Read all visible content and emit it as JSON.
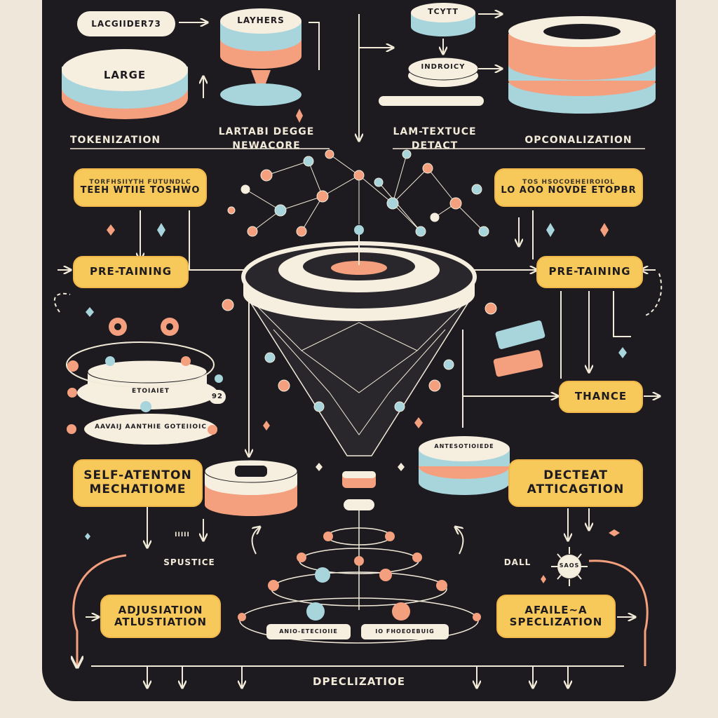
{
  "top": {
    "tag_left": "LACGIIDER73",
    "disk_left": "LARGE",
    "disk_layers": "LAYHERS",
    "disk_text": "TCYTT",
    "disk_indroicy": "INDROICY"
  },
  "headings": {
    "tokenization": "TOKENIZATION",
    "lartabi_line1": "LARTABI DEGGE",
    "lartabi_line2": "NEWACORE",
    "lam_line1": "LAM-TEXTUCE",
    "lam_line2": "DETACT",
    "opconalization": "OPCONALIZATION"
  },
  "boxes": {
    "left_top_small": "TORFHSIIYTH FUTUNDLC",
    "left_top_main": "TEEH WTIIE TOSHWO",
    "right_top_small": "TOS HSOCOEHEIROIOL",
    "right_top_main": "LO AOO NOVDE ETOPBR",
    "pretraining_left": "PRE-TAINING",
    "pretraining_right": "PRE-TAINING",
    "thance": "THANCE",
    "self_attention_line1": "SELF-ATENTON",
    "self_attention_line2": "MECHATIOME",
    "decteat_line1": "DECTEAT",
    "decteat_line2": "ATTICAGTION",
    "adjustation_line1": "ADJUSIATION",
    "adjustation_line2": "ATLUSTIATION",
    "specization_line1": "AFAILE~A",
    "specization_line2": "SPECLIZATION"
  },
  "small_labels": {
    "stack_left_1": "ETOIAIET",
    "stack_left_2": "AAVAIJ AANTHIE GOTEIIOIC",
    "stack_left_num": "92",
    "stack_right": "ANTESOTIOIEDE",
    "bottom_tag_left": "ANIO-ETECIOIIE",
    "bottom_tag_right": "IO FHOEOEBUIG",
    "sun_tag": "SAOS",
    "sputsice": "SPUSTICE",
    "dall": "DALL",
    "misc": "IIIII",
    "bottom": "DPECLIZATIOE"
  },
  "colors": {
    "background": "#1d1b1f",
    "paper": "#efe7d9",
    "accent_yellow": "#f7c85a",
    "accent_salmon": "#f4a07f",
    "accent_blue": "#a8d4dc",
    "line": "#f2ead9"
  }
}
